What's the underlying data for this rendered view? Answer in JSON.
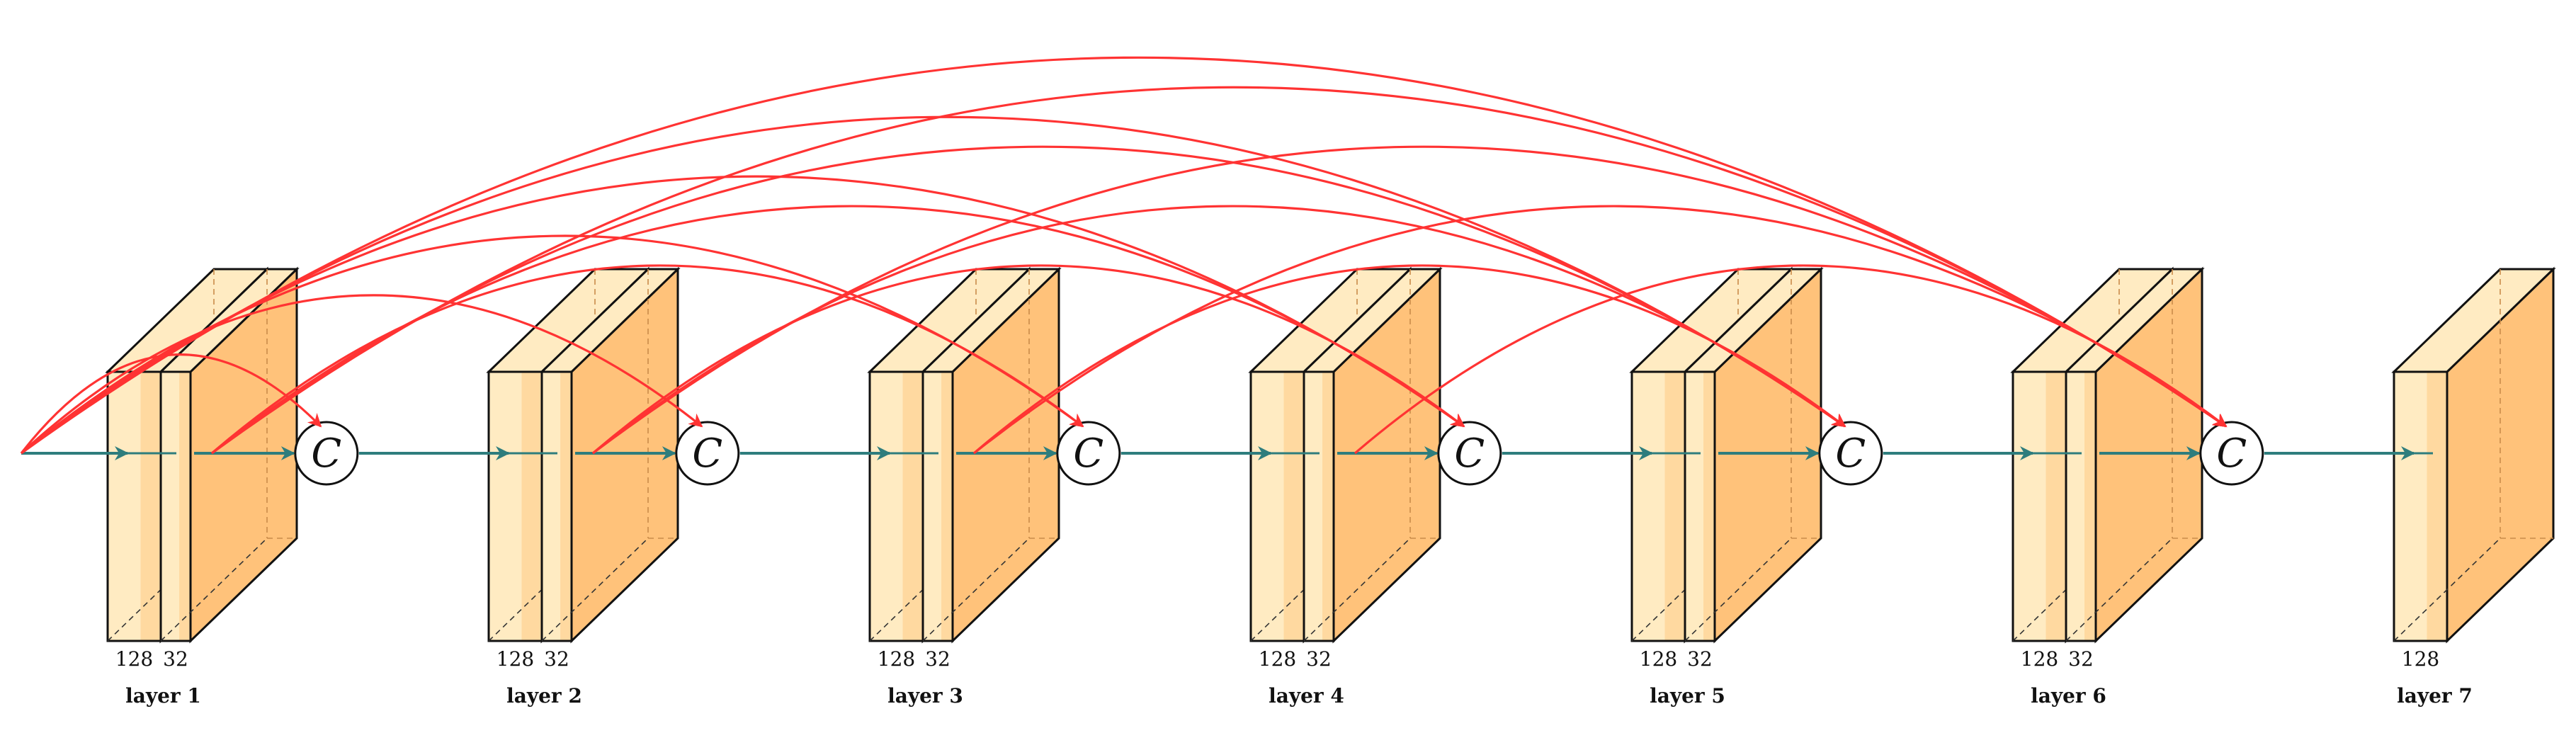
{
  "colors": {
    "block_face_light": "#FFEBC2",
    "block_face_mid": "#FFD9A0",
    "block_face_dark": "#FFC27A",
    "block_stroke": "#111111",
    "skip_arrow": "#FF3333",
    "flow_arrow": "#2E7D7D"
  },
  "concat_symbol": "C",
  "layers": [
    {
      "label": "layer 1",
      "channels": [
        "128",
        "32"
      ]
    },
    {
      "label": "layer 2",
      "channels": [
        "128",
        "32"
      ]
    },
    {
      "label": "layer 3",
      "channels": [
        "128",
        "32"
      ]
    },
    {
      "label": "layer 4",
      "channels": [
        "128",
        "32"
      ]
    },
    {
      "label": "layer 5",
      "channels": [
        "128",
        "32"
      ]
    },
    {
      "label": "layer 6",
      "channels": [
        "128",
        "32"
      ]
    },
    {
      "label": "layer 7",
      "channels": [
        "128"
      ]
    }
  ]
}
